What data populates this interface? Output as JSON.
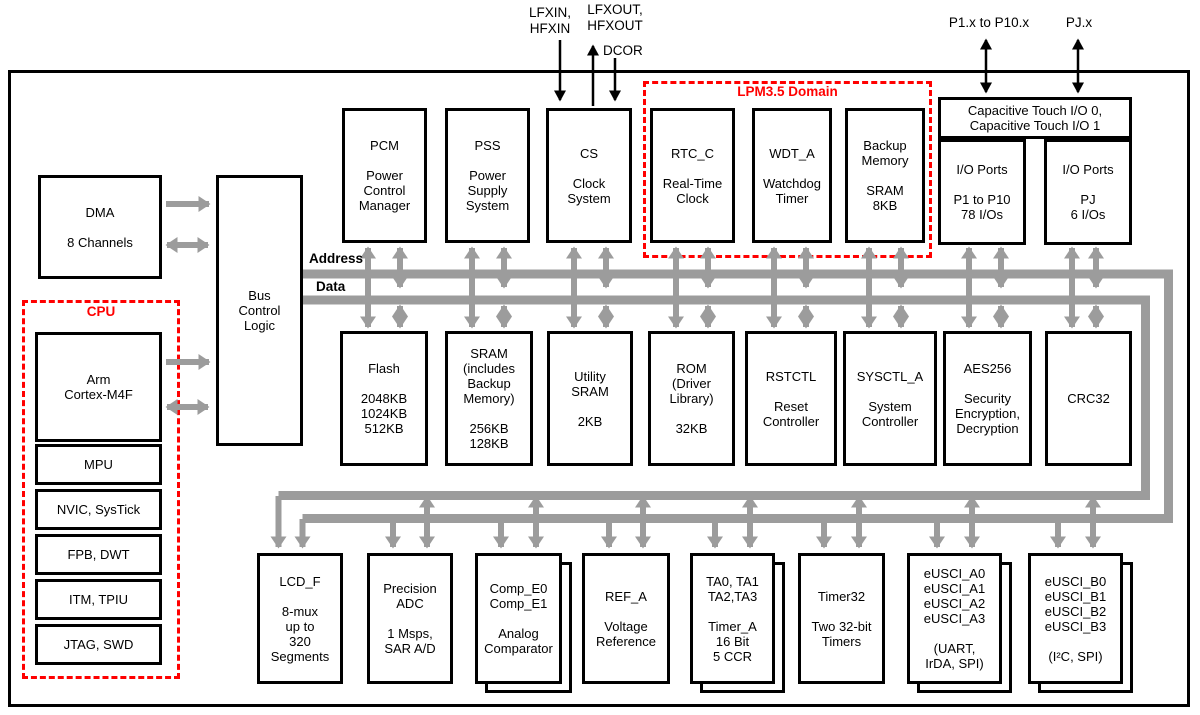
{
  "external": {
    "lfxin": "LFXIN,\nHFXIN",
    "lfxout": "LFXOUT,\nHFXOUT",
    "dcor": "DCOR",
    "p1": "P1.x to P10.x",
    "pj": "PJ.x"
  },
  "bus_labels": {
    "address": "Address",
    "data": "Data"
  },
  "domains": {
    "lpm": "LPM3.5 Domain",
    "cpu": "CPU"
  },
  "left": {
    "dma": "DMA\n\n8 Channels",
    "bus_control": "Bus\nControl\nLogic",
    "arm": "Arm\nCortex-M4F",
    "cpu_cells": [
      "MPU",
      "NVIC, SysTick",
      "FPB, DWT",
      "ITM, TPIU",
      "JTAG, SWD"
    ]
  },
  "top_row": {
    "pcm": "PCM\n\nPower\nControl\nManager",
    "pss": "PSS\n\nPower\nSupply\nSystem",
    "cs": "CS\n\nClock\nSystem",
    "rtc": "RTC_C\n\nReal-Time\nClock",
    "wdt": "WDT_A\n\nWatchdog\nTimer",
    "backup": "Backup\nMemory\n\nSRAM\n8KB"
  },
  "io": {
    "captouch": "Capacitive Touch I/O 0,\nCapacitive Touch I/O 1",
    "ports1": "I/O Ports\n\nP1 to P10\n78 I/Os",
    "portsj": "I/O Ports\n\nPJ\n6 I/Os"
  },
  "middle_row": {
    "flash": "Flash\n\n2048KB\n1024KB\n512KB",
    "sram": "SRAM\n(includes\nBackup\nMemory)\n\n256KB\n128KB",
    "utility_sram": "Utility\nSRAM\n\n2KB",
    "rom": "ROM\n(Driver\nLibrary)\n\n32KB",
    "rstctl": "RSTCTL\n\nReset\nController",
    "sysctl": "SYSCTL_A\n\nSystem\nController",
    "aes": "AES256\n\nSecurity\nEncryption,\nDecryption",
    "crc": "CRC32"
  },
  "bottom_row": {
    "lcd": "LCD_F\n\n8-mux\nup to\n320\nSegments",
    "adc": "Precision\nADC\n\n1 Msps,\nSAR A/D",
    "comp": "Comp_E0\nComp_E1\n\nAnalog\nComparator",
    "ref": "REF_A\n\nVoltage\nReference",
    "ta": "TA0, TA1\nTA2,TA3\n\nTimer_A\n16 Bit\n5 CCR",
    "timer32": "Timer32\n\nTwo 32-bit\nTimers",
    "eusci_a": "eUSCI_A0\neUSCI_A1\neUSCI_A2\neUSCI_A3\n\n(UART,\nIrDA, SPI)",
    "eusci_b": "eUSCI_B0\neUSCI_B1\neUSCI_B2\neUSCI_B3\n\n(I²C, SPI)"
  },
  "colors": {
    "accent_red": "#ff0000",
    "bus_gray": "#9c9c9c"
  }
}
